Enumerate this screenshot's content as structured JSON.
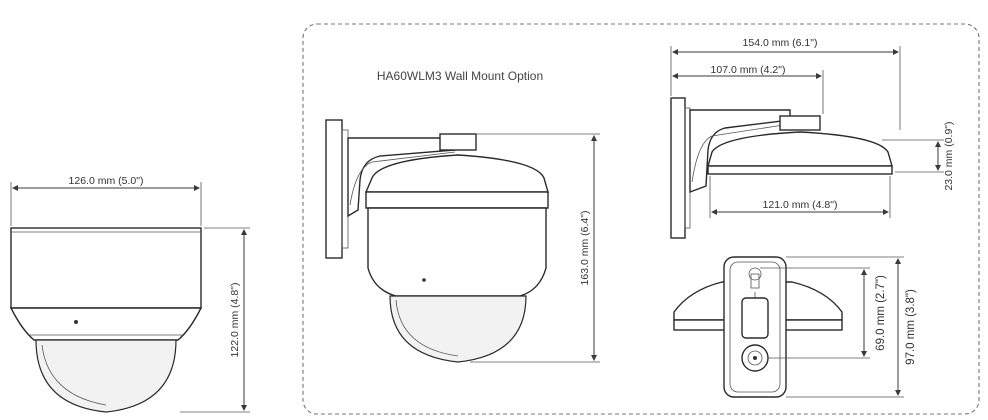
{
  "dimensions": {
    "front_width": "126.0 mm (5.0\")",
    "front_height": "122.0 mm (4.8\")",
    "wall_title": "HA60WLM3 Wall Mount Option",
    "wall_height": "163.0 mm (6.4\")",
    "side_total_width": "154.0 mm (6.1\")",
    "side_arm_width": "107.0 mm (4.2\")",
    "side_dome_width": "121.0 mm (4.8\")",
    "side_dome_height": "23.0 mm (0.9\")",
    "plate_inner_height": "69.0 mm (2.7\")",
    "plate_outer_height": "97.0 mm (3.8\")"
  }
}
